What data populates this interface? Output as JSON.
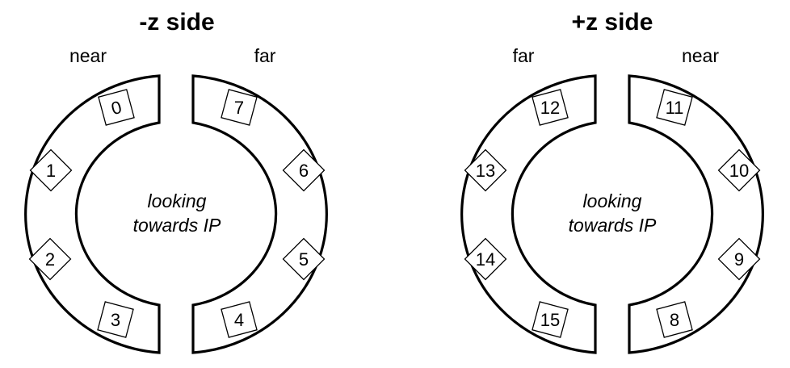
{
  "panels": [
    {
      "title": "-z side",
      "left_label": "near",
      "right_label": "far",
      "center_line1": "looking",
      "center_line2": "towards IP",
      "left_half": [
        "0",
        "1",
        "2",
        "3"
      ],
      "right_half": [
        "7",
        "6",
        "5",
        "4"
      ]
    },
    {
      "title": "+z side",
      "left_label": "far",
      "right_label": "near",
      "center_line1": "looking",
      "center_line2": "towards IP",
      "left_half": [
        "12",
        "13",
        "14",
        "15"
      ],
      "right_half": [
        "11",
        "10",
        "9",
        "8"
      ]
    }
  ],
  "colors": {
    "stroke": "#000000",
    "fill": "#ffffff"
  }
}
